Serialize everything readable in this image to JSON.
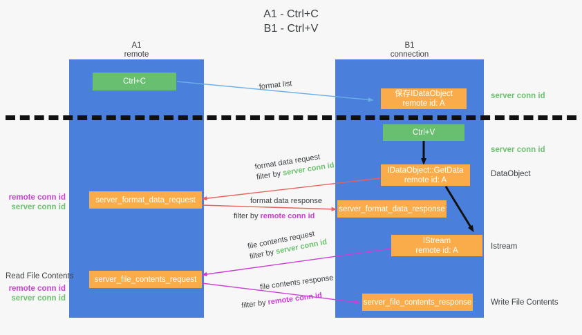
{
  "title": {
    "line1": "A1 - Ctrl+C",
    "line2": "B1 - Ctrl+V"
  },
  "lanes": [
    {
      "name": "A1",
      "sub": "remote"
    },
    {
      "name": "B1",
      "sub": "connection"
    }
  ],
  "boxes": {
    "ctrl_c": "Ctrl+C",
    "ctrl_v": "Ctrl+V",
    "save_idataobject_l1": "保存IDataObject",
    "save_idataobject_l2": "remote id: A",
    "getdata_l1": "IDataObject::GetData",
    "getdata_l2": "remote id: A",
    "istream_l1": "IStream",
    "istream_l2": "remote id: A",
    "server_format_data_request": "server_format_data_request",
    "server_format_data_response": "server_format_data_response",
    "server_file_contents_request": "server_file_contents_request",
    "server_file_contents_response": "server_file_contents_response"
  },
  "captions": {
    "format_list": "format list",
    "format_data_request": "format data request",
    "format_data_request_filter_prefix": "filter by ",
    "format_data_request_filter_key": "server conn id",
    "format_data_response": "format data response",
    "format_data_response_filter_prefix": "filter by ",
    "format_data_response_filter_key": "remote conn id",
    "file_contents_request": "file contents request",
    "file_contents_request_filter_prefix": "filter by ",
    "file_contents_request_filter_key": "server conn id",
    "file_contents_response": "file contents response",
    "file_contents_response_filter_prefix": "filter by ",
    "file_contents_response_filter_key": "remote conn id"
  },
  "right_labels": {
    "server_conn_id_top": "server conn id",
    "server_conn_id_mid": "server conn id",
    "dataobject": "DataObject",
    "istream": "Istream",
    "write_file_contents": "Write File Contents"
  },
  "left_labels": {
    "remote_conn_id_1": "remote conn id",
    "server_conn_id_1": "server conn id",
    "read_file_contents": "Read File Contents",
    "remote_conn_id_2": "remote conn id",
    "server_conn_id_2": "server conn id"
  },
  "colors": {
    "lane": "#4a7fdb",
    "box_orange": "#f9ac49",
    "box_green": "#68bf6f",
    "green_text": "#6cc16f",
    "magenta_text": "#cc3fd6",
    "arrow_blue": "#6aaee8",
    "arrow_red": "#e8615a",
    "arrow_magenta": "#cc3fd6",
    "arrow_dark": "#111111",
    "background": "#f7f7f7"
  }
}
